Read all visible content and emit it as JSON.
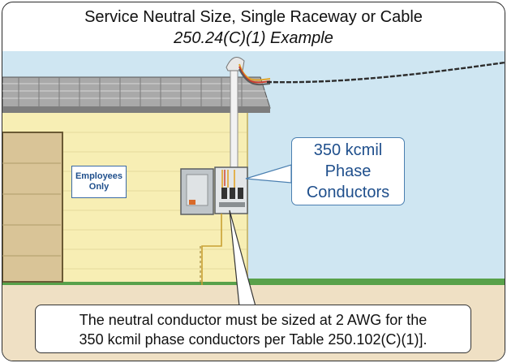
{
  "title": {
    "line1": "Service Neutral Size, Single Raceway or Cable",
    "line2": "250.24(C)(1) Example"
  },
  "sign": {
    "line1": "Employees",
    "line2": "Only"
  },
  "callout": {
    "line1": "350 kcmil",
    "line2": "Phase",
    "line3": "Conductors"
  },
  "note": {
    "line1": "The neutral conductor must be sized at 2 AWG for the",
    "line2": "350 kcmil phase conductors per Table 250.102(C)(1)]."
  },
  "colors": {
    "sky": "#cfe6f2",
    "wall": "#f7eeb4",
    "ground": "#efe0c4",
    "grass": "#58a14a",
    "door": "#d9c497",
    "roof": "#9a9a9a",
    "callout_text": "#1f4f8c"
  }
}
